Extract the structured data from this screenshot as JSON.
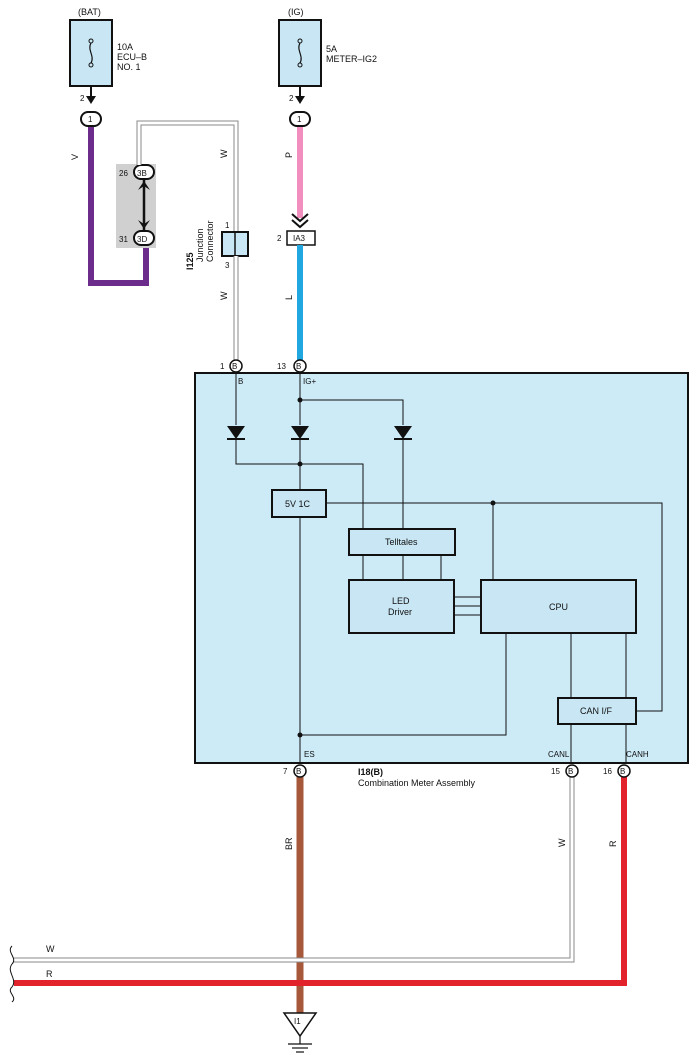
{
  "sources": {
    "bat": "(BAT)",
    "ig": "(IG)"
  },
  "fuses": {
    "ecu_b": {
      "amps": "10A",
      "name1": "ECU–B",
      "name2": "NO. 1",
      "pin": "2"
    },
    "meter_ig2": {
      "amps": "5A",
      "name1": "METER–IG2",
      "pin": "2"
    }
  },
  "connectors": {
    "bat_conn": "1",
    "ig_conn": "1",
    "c3b": {
      "pin": "26",
      "label": "3B"
    },
    "c3d": {
      "pin": "31",
      "label": "3D"
    },
    "ia3": {
      "pin": "2",
      "label": "IA3"
    },
    "i125": {
      "id": "I125",
      "name1": "Junction",
      "name2": "Connector",
      "pin_top": "1",
      "pin_bottom": "3"
    }
  },
  "wires": {
    "v": "V",
    "w_top": "W",
    "w_mid": "W",
    "p": "P",
    "l": "L",
    "br": "BR",
    "w_canl": "W",
    "r_canh": "R",
    "bus_w": "W",
    "bus_r": "R"
  },
  "meter": {
    "id": "I18(B)",
    "name": "Combination Meter Assembly",
    "pins": {
      "b": {
        "num": "1",
        "conn": "B",
        "name": "B"
      },
      "ig": {
        "num": "13",
        "conn": "B",
        "name": "IG+"
      },
      "es": {
        "num": "7",
        "conn": "B",
        "name": "ES"
      },
      "canl": {
        "num": "15",
        "conn": "B",
        "name": "CANL"
      },
      "canh": {
        "num": "16",
        "conn": "B",
        "name": "CANH"
      }
    },
    "blocks": {
      "reg": "5V 1C",
      "telltales": "Telltales",
      "led1": "LED",
      "led2": "Driver",
      "cpu": "CPU",
      "canif": "CAN I/F"
    }
  },
  "ground": {
    "label": "I1"
  },
  "colors": {
    "violet": "#6b2c8c",
    "pink": "#f28fbe",
    "blue": "#20a7df",
    "brown": "#a8583a",
    "red": "#e3232c",
    "meter_fill": "#cdeaf7",
    "block_fill": "#c8e6f4",
    "gray_conn": "#d0d0d0"
  }
}
